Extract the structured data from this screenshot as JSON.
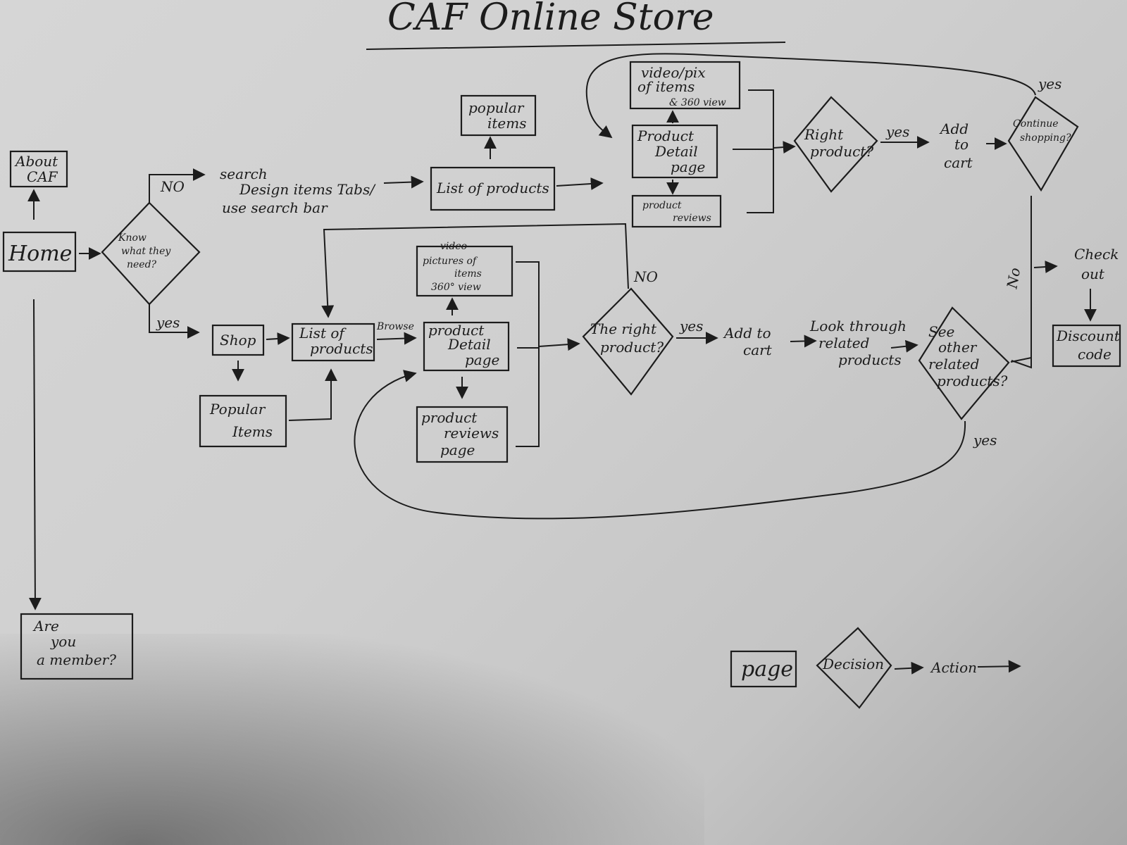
{
  "title": "CAF Online Store",
  "nodes": {
    "about": [
      "About",
      "CAF"
    ],
    "home": "Home",
    "know": [
      "Know",
      "what they",
      "need?"
    ],
    "no_top": "NO",
    "search": [
      "search",
      "Design items Tabs/",
      "use search bar"
    ],
    "list_top": "List of products",
    "popular_top": [
      "popular",
      "items"
    ],
    "video_top": [
      "video/pix",
      "of items",
      "& 360 view"
    ],
    "detail_top": [
      "Product",
      "Detail",
      "page"
    ],
    "reviews_top": [
      "product",
      "reviews"
    ],
    "right_top": [
      "Right",
      "product?"
    ],
    "yes_top": "yes",
    "add_top": [
      "Add",
      "to",
      "cart"
    ],
    "continue": [
      "Continue",
      "shopping?"
    ],
    "yes_continue": "yes",
    "no_continue": "No",
    "checkout": [
      "Check",
      "out"
    ],
    "discount": [
      "Discount",
      "code"
    ],
    "yes_know": "yes",
    "shop": "Shop",
    "popular_bottom": [
      "Popular",
      "Items"
    ],
    "list_bottom": [
      "List of",
      "products"
    ],
    "browse": "Browse",
    "video_bottom": [
      "video",
      "pictures of",
      "items",
      "360° view"
    ],
    "detail_bottom": [
      "product",
      "Detail",
      "page"
    ],
    "reviews_bottom": [
      "product",
      "reviews",
      "page"
    ],
    "no_right": "NO",
    "right_bottom": [
      "The right",
      "product?"
    ],
    "yes_bottom": "yes",
    "add_bottom": [
      "Add to",
      "cart"
    ],
    "look": [
      "Look through",
      "related",
      "products"
    ],
    "see_other": [
      "See",
      "other",
      "related",
      "products?"
    ],
    "yes_see": "yes",
    "member": [
      "Are",
      "you",
      "a member?"
    ]
  },
  "legend": {
    "page": "page",
    "decision": "Decision",
    "action": "Action"
  }
}
